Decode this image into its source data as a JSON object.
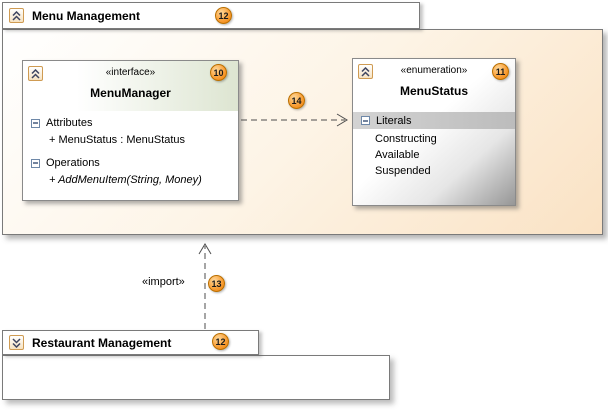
{
  "colors": {
    "badge_orange": "#f59a23",
    "package_fill": "#fae2c4",
    "interface_header_tint": "#dde5d1",
    "enum_gradient_gray": "#969696"
  },
  "menu_package": {
    "title": "Menu Management",
    "badge": "12"
  },
  "menu_manager": {
    "stereotype": "«interface»",
    "name": "MenuManager",
    "badge": "10",
    "attributes_label": "Attributes",
    "attributes": [
      "+ MenuStatus : MenuStatus"
    ],
    "operations_label": "Operations",
    "operations": [
      "+ AddMenuItem(String, Money)"
    ]
  },
  "menu_status": {
    "stereotype": "«enumeration»",
    "name": "MenuStatus",
    "badge": "11",
    "literals_label": "Literals",
    "literals": [
      "Constructing",
      "Available",
      "Suspended"
    ]
  },
  "edges": {
    "dependency_badge": "14",
    "import_label": "«import»",
    "import_badge": "13"
  },
  "restaurant_package": {
    "title": "Restaurant Management",
    "badge": "12"
  }
}
